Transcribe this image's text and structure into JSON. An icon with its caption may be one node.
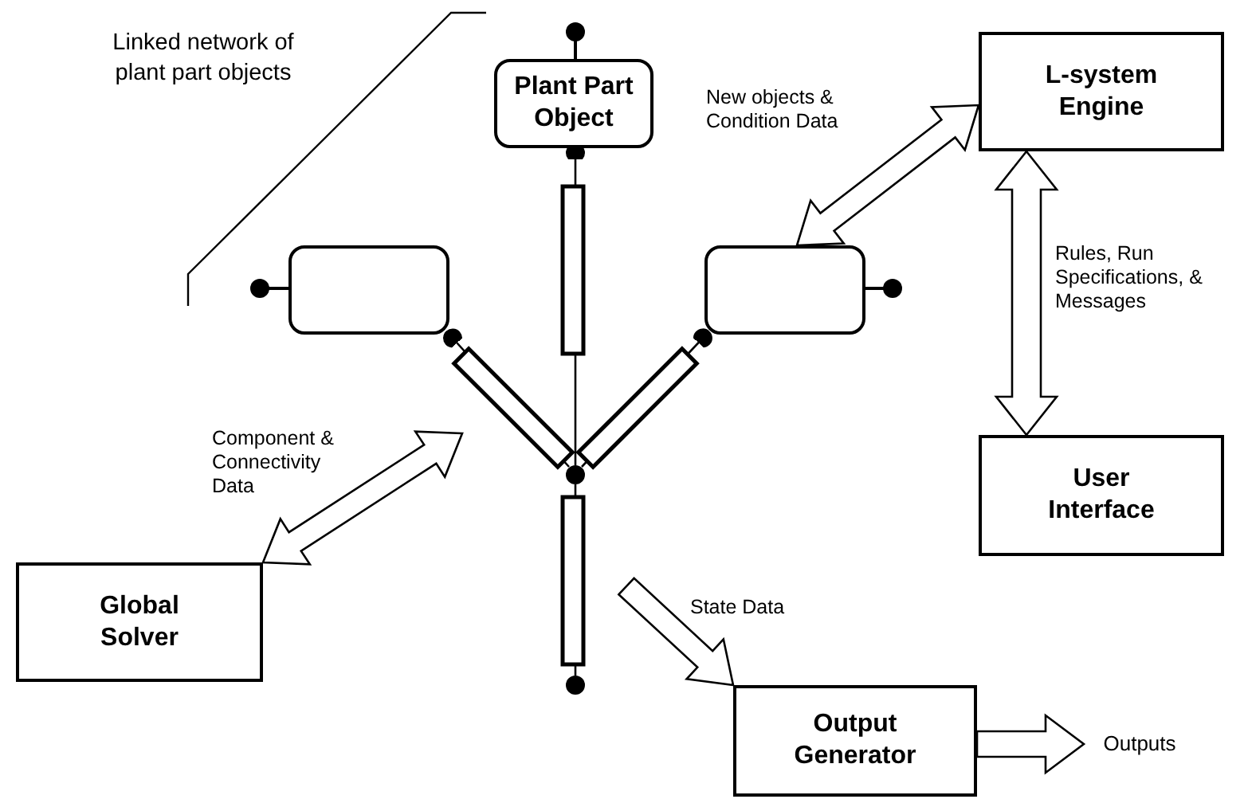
{
  "diagram": {
    "nodes": [
      {
        "text": [
          "Plant Part Object"
        ]
      },
      {
        "text": [
          "L-system Engine"
        ]
      },
      {
        "text": [],
        "shape": "box"
      },
      {
        "text": [],
        "shape": "box"
      },
      {
        "text": [
          "User Interface"
        ]
      },
      {
        "text": [
          "Global Solver"
        ]
      },
      {
        "text": [],
        "shape": "circle"
      },
      {
        "text": [],
        "shape": "circle"
      },
      {
        "text": [
          "Output Generator"
        ]
      },
      {
        "text": [
          "Outputs"
        ]
      }
    ],
    "edges": [
      {
        "from": 0,
        "to": 6,
        "arrow": "other"
      },
      {
        "from": 2,
        "to": 6,
        "arrow": "other"
      },
      {
        "from": 3,
        "to": 6,
        "arrow": "other"
      },
      {
        "from": 6,
        "to": 7,
        "arrow": "none"
      },
      {
        "from": 3,
        "to": 1,
        "arrow": "both",
        "style": "thick",
        "label": "New objects & Condition Data"
      },
      {
        "from": 1,
        "to": 4,
        "arrow": "both",
        "style": "thick",
        "label": "Rules, Run Specifications, & Messages"
      },
      {
        "from": null,
        "to": 5,
        "arrow": "both",
        "style": "thick",
        "label": "Component & Connectivity Data"
      },
      {
        "from": null,
        "to": 8,
        "arrow": "to",
        "style": "thick",
        "label": "State Data"
      },
      {
        "from": 8,
        "to": 9,
        "arrow": "to",
        "style": "thick"
      }
    ],
    "labels": [
      "Linked network of plant part objects"
    ]
  }
}
